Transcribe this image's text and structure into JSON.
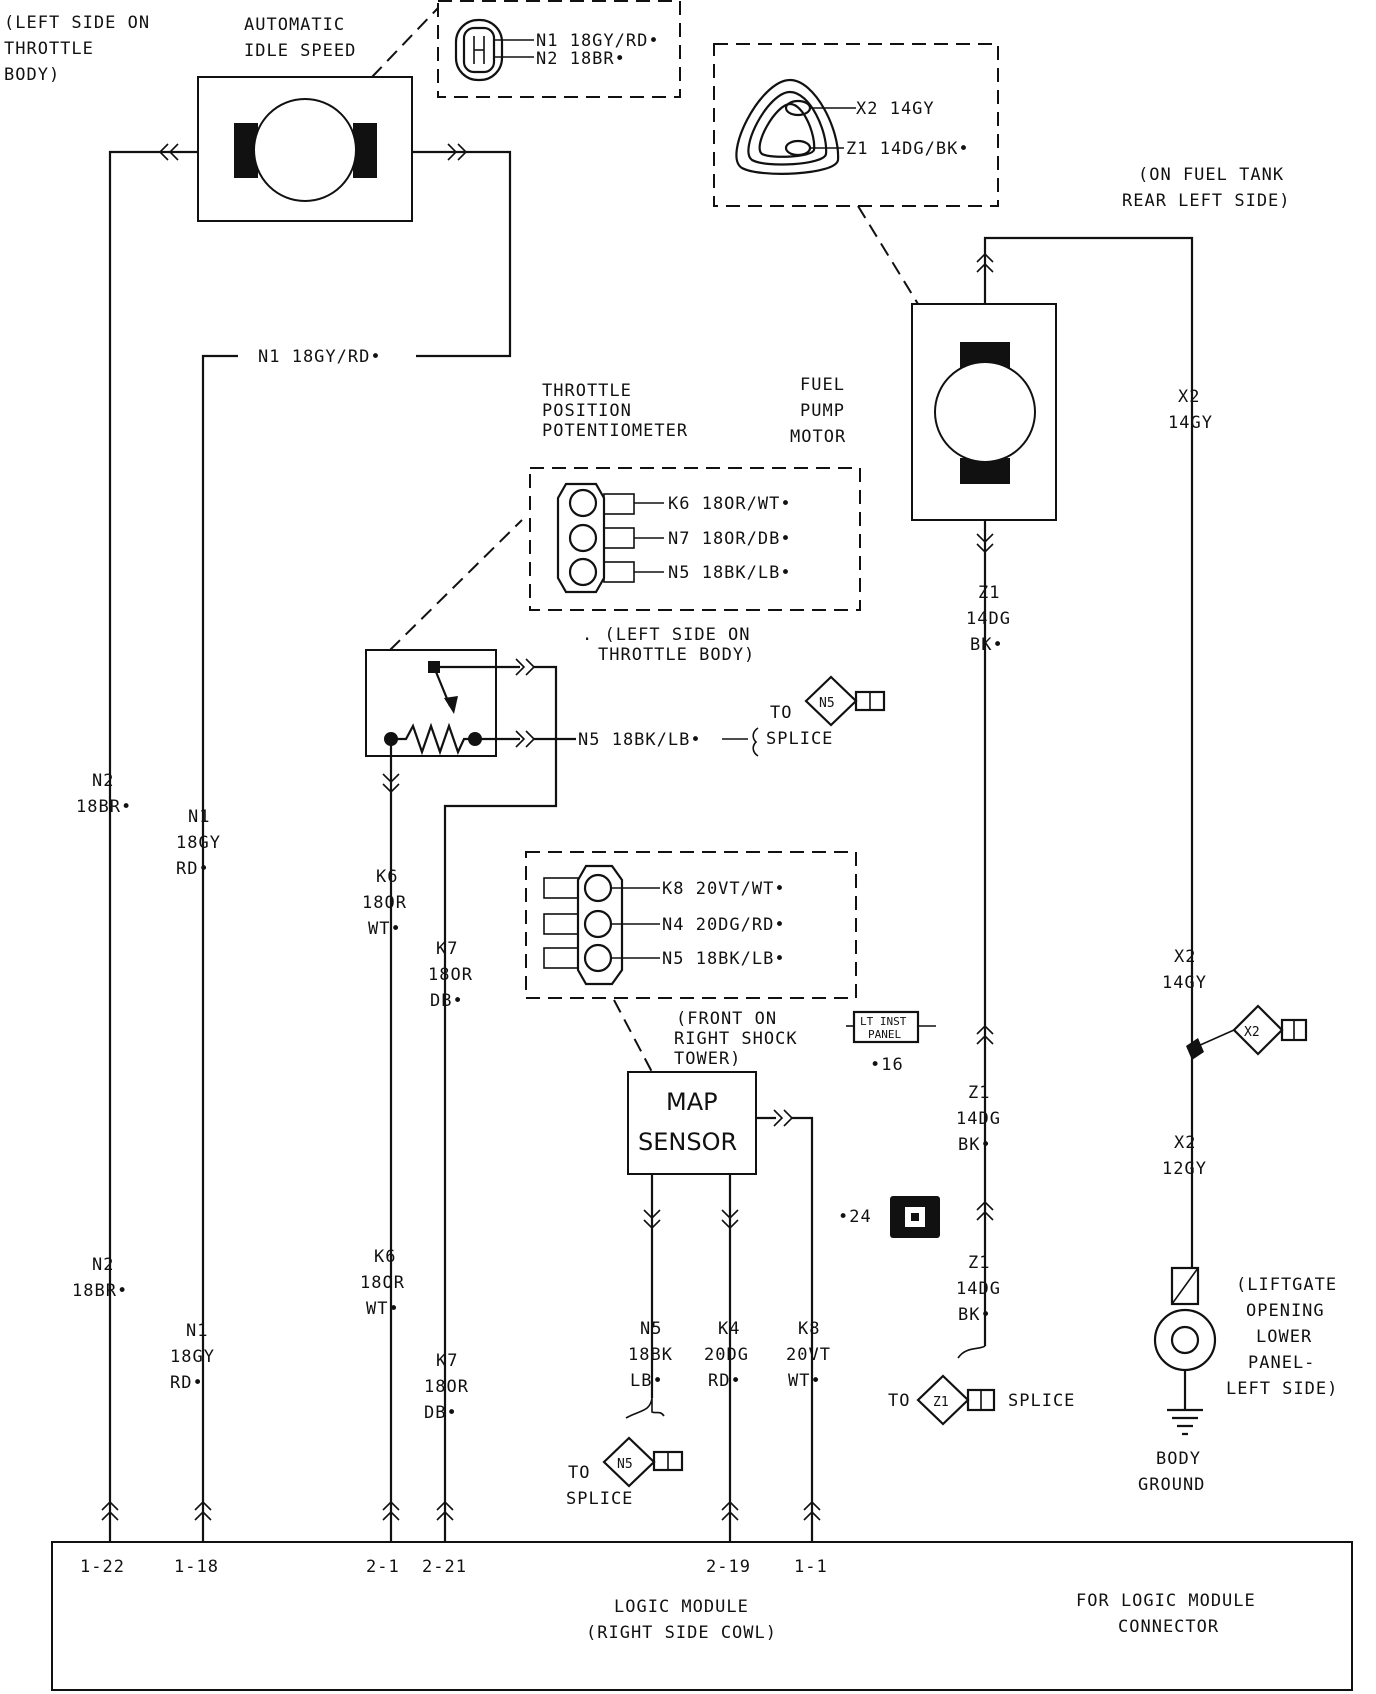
{
  "colors": {
    "ink": "#111111",
    "paper": "#ffffff"
  },
  "idle_speed": {
    "location": [
      "(LEFT SIDE ON",
      "THROTTLE",
      "BODY)"
    ],
    "title": [
      "AUTOMATIC",
      "IDLE SPEED"
    ],
    "pins": [
      "N1  18GY/RD•",
      "N2  18BR•"
    ]
  },
  "fuel_pump": {
    "pins": [
      "X2  14GY",
      "Z1  14DG/BK•"
    ],
    "location": [
      "(ON FUEL TANK",
      "REAR LEFT SIDE)"
    ],
    "title": [
      "FUEL",
      "PUMP",
      "MOTOR"
    ]
  },
  "tps": {
    "title": [
      "THROTTLE",
      "POSITION",
      "POTENTIOMETER"
    ],
    "pins": [
      "K6  18OR/WT•",
      "N7  18OR/DB•",
      "N5  18BK/LB•"
    ],
    "location": [
      ". (LEFT SIDE ON",
      "THROTTLE BODY)"
    ]
  },
  "map_sensor": {
    "pins": [
      "K8  20VT/WT•",
      "N4  20DG/RD•",
      "N5  18BK/LB•"
    ],
    "location": [
      "(FRONT ON",
      "RIGHT SHOCK",
      "TOWER)"
    ],
    "title": [
      "MAP",
      "SENSOR"
    ]
  },
  "wires": {
    "n1_top": "N1  18GY/RD•",
    "n5_mid": "N5  18BK/LB•",
    "n2_upper": [
      "N2",
      "18BR•"
    ],
    "n1_upper": [
      "N1",
      "18GY",
      "RD•"
    ],
    "k6_upper": [
      "K6",
      "18OR",
      "WT•"
    ],
    "k7_upper": [
      "K7",
      "18OR",
      "DB•"
    ],
    "z1_upper": [
      "Z1",
      "14DG",
      "BK•"
    ],
    "x2_upper": [
      "X2",
      "14GY"
    ],
    "x2_mid": [
      "X2",
      "14GY"
    ],
    "z1_mid": [
      "Z1",
      "14DG",
      "BK•"
    ],
    "x2_lower": [
      "X2",
      "12GY"
    ],
    "z1_lower": [
      "Z1",
      "14DG",
      "BK•"
    ],
    "n2_lower": [
      "N2",
      "18BR•"
    ],
    "n1_lower": [
      "N1",
      "18GY",
      "RD•"
    ],
    "k6_lower": [
      "K6",
      "18OR",
      "WT•"
    ],
    "k7_lower": [
      "K7",
      "18OR",
      "DB•"
    ],
    "n5_lower": [
      "N5",
      "18BK",
      "LB•"
    ],
    "k4_lower": [
      "K4",
      "20DG",
      "RD•"
    ],
    "k8_lower": [
      "K8",
      "20VT",
      "WT•"
    ]
  },
  "splices": {
    "n5_top": {
      "to": "TO",
      "id": "N5",
      "label": "SPLICE"
    },
    "n5_bottom": {
      "to": "TO",
      "id": "N5",
      "label": "SPLICE"
    },
    "z1": {
      "to": "TO",
      "id": "Z1",
      "label": "SPLICE"
    },
    "x2": {
      "id": "X2"
    }
  },
  "refs": {
    "lt_inst_panel": [
      "LT INST",
      "PANEL"
    ],
    "ref16": "•16",
    "ref24": "•24"
  },
  "ground": {
    "location": [
      "(LIFTGATE",
      "OPENING",
      "LOWER",
      "PANEL-",
      "LEFT SIDE)"
    ],
    "label": [
      "BODY",
      "GROUND"
    ]
  },
  "logic_module": {
    "pins": [
      "1-22",
      "1-18",
      "2-1",
      "2-21",
      "2-19",
      "1-1"
    ],
    "title": [
      "LOGIC MODULE",
      "(RIGHT SIDE COWL)"
    ],
    "note": [
      "FOR LOGIC MODULE",
      "CONNECTOR"
    ]
  }
}
